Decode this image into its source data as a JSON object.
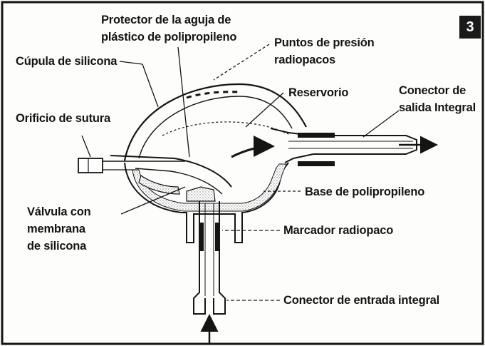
{
  "figure": {
    "number_badge": "3"
  },
  "labels": {
    "protector_line1": "Protector de la aguja de",
    "protector_line2": "plástico de polipropileno",
    "puntos_line1": "Puntos de presión",
    "puntos_line2": "radiopacos",
    "cupula": "Cúpula de silicona",
    "reservorio": "Reservorio",
    "conector_salida_line1": "Conector de",
    "conector_salida_line2": "salida Integral",
    "orificio": "Orificio de sutura",
    "base": "Base de polipropileno",
    "valvula_line1": "Válvula con",
    "valvula_line2": "membrana",
    "valvula_line3": "de silicona",
    "marcador": "Marcador radiopaco",
    "conector_entrada": "Conector de entrada integral"
  },
  "colors": {
    "ink": "#151515",
    "background": "#fdfdfb",
    "stipple": "#8a8a8a"
  }
}
